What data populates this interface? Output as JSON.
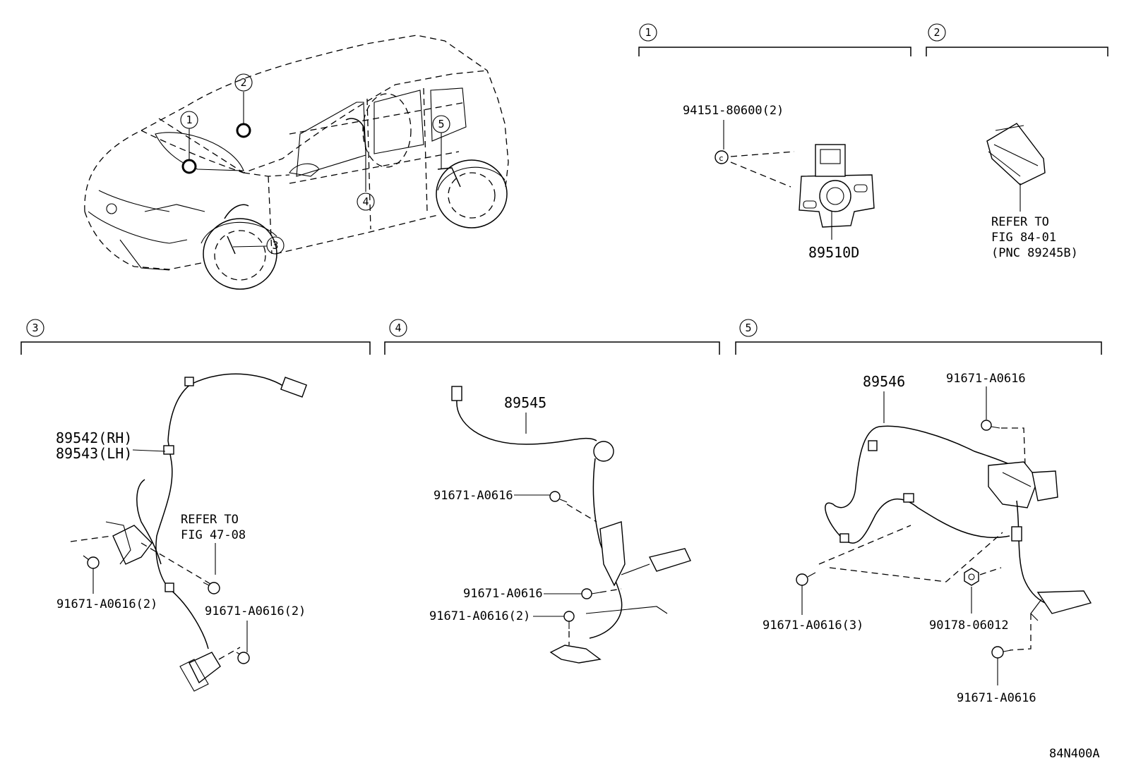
{
  "figure_code": "84N400A",
  "callouts": {
    "c1": "1",
    "c2": "2",
    "c3": "3",
    "c4": "4",
    "c5": "5"
  },
  "section1": {
    "number": "1",
    "bolt_label": "94151-80600(2)",
    "part_label": "89510D"
  },
  "section2": {
    "number": "2",
    "refer": [
      "REFER TO",
      "FIG 84-01",
      "(PNC 89245B)"
    ]
  },
  "section3": {
    "number": "3",
    "part_label_rh": "89542(RH)",
    "part_label_lh": "89543(LH)",
    "refer": [
      "REFER TO",
      "FIG 47-08"
    ],
    "bolt_left": "91671-A0616(2)",
    "bolt_right": "91671-A0616(2)"
  },
  "section4": {
    "number": "4",
    "part_label": "89545",
    "bolt_top": "91671-A0616",
    "bolt_mid": "91671-A0616",
    "bolt_low": "91671-A0616(2)"
  },
  "section5": {
    "number": "5",
    "part_label": "89546",
    "bolt_top": "91671-A0616",
    "bolt_left": "91671-A0616(3)",
    "nut": "90178-06012",
    "bolt_bottom": "91671-A0616"
  }
}
